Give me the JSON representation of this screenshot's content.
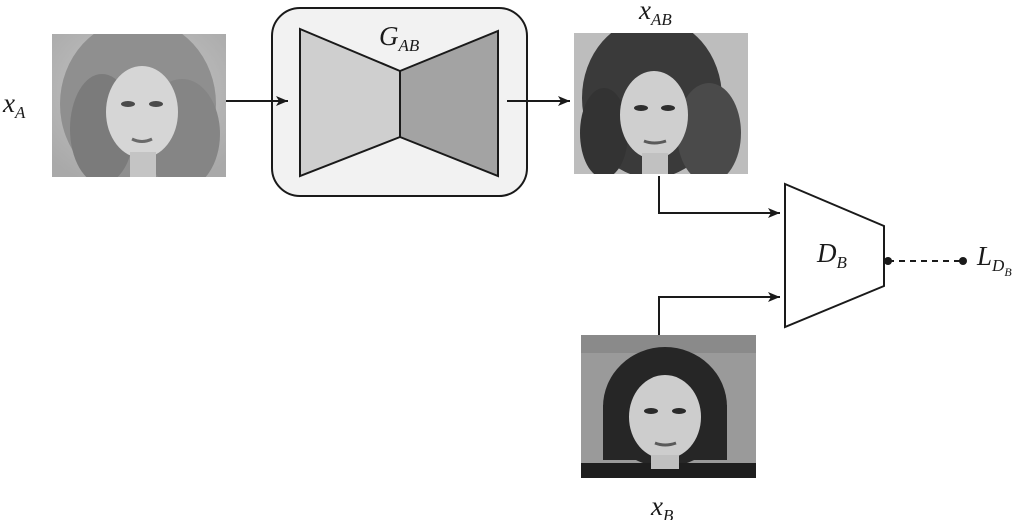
{
  "labels": {
    "x_a": {
      "main": "x",
      "sub": "A"
    },
    "x_ab": {
      "main": "x",
      "sub": "AB"
    },
    "x_b": {
      "main": "x",
      "sub": "B"
    },
    "generator": {
      "main": "G",
      "sub": "AB"
    },
    "discriminator": {
      "main": "D",
      "sub": "B"
    },
    "loss": {
      "main": "L",
      "sub": "D",
      "subsub": "B"
    }
  },
  "images": {
    "x_a": "face photo (blonde, wavy hair)",
    "x_ab": "face photo (dark, curly hair)",
    "x_b": "face photo (dark, bob haircut)"
  }
}
